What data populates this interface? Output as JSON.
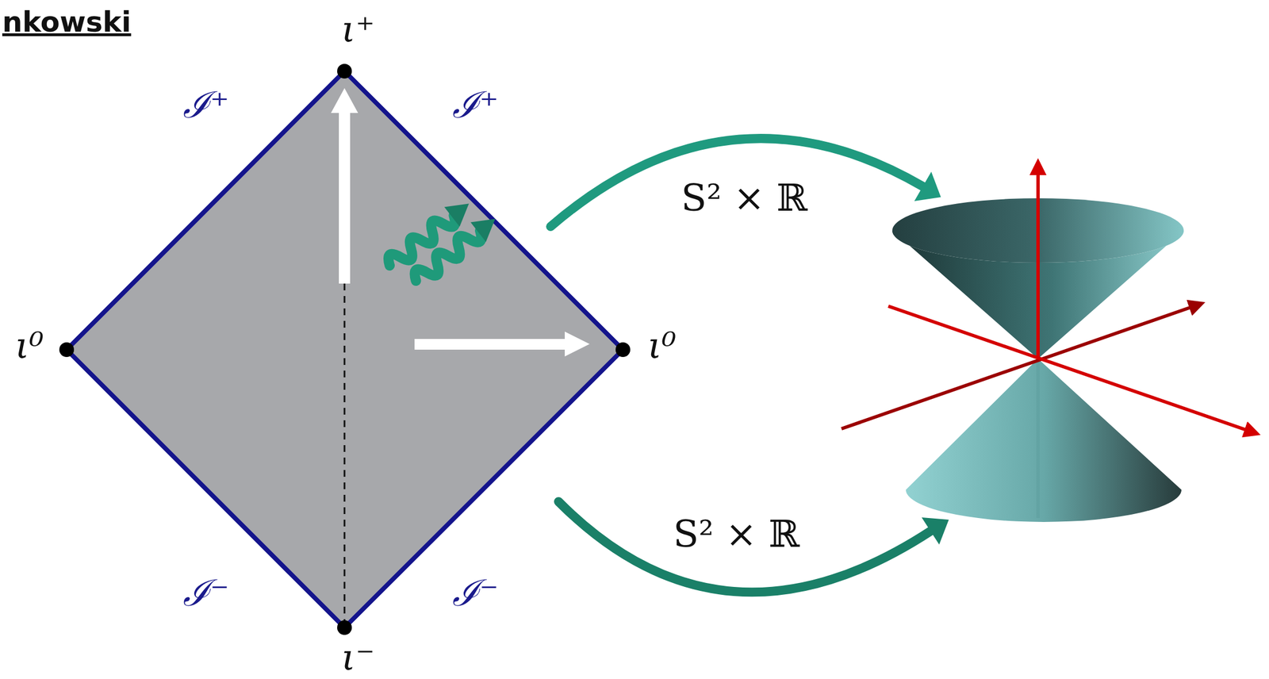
{
  "diagram": {
    "labels": [
      "nkowski",
      "ι⁺",
      "ℐ⁺",
      "ℐ⁺",
      "ι⁰",
      "ι⁰",
      "S² × ℝ",
      "S² × ℝ",
      "ℐ⁻",
      "ℐ⁻",
      "ι⁻"
    ]
  }
}
